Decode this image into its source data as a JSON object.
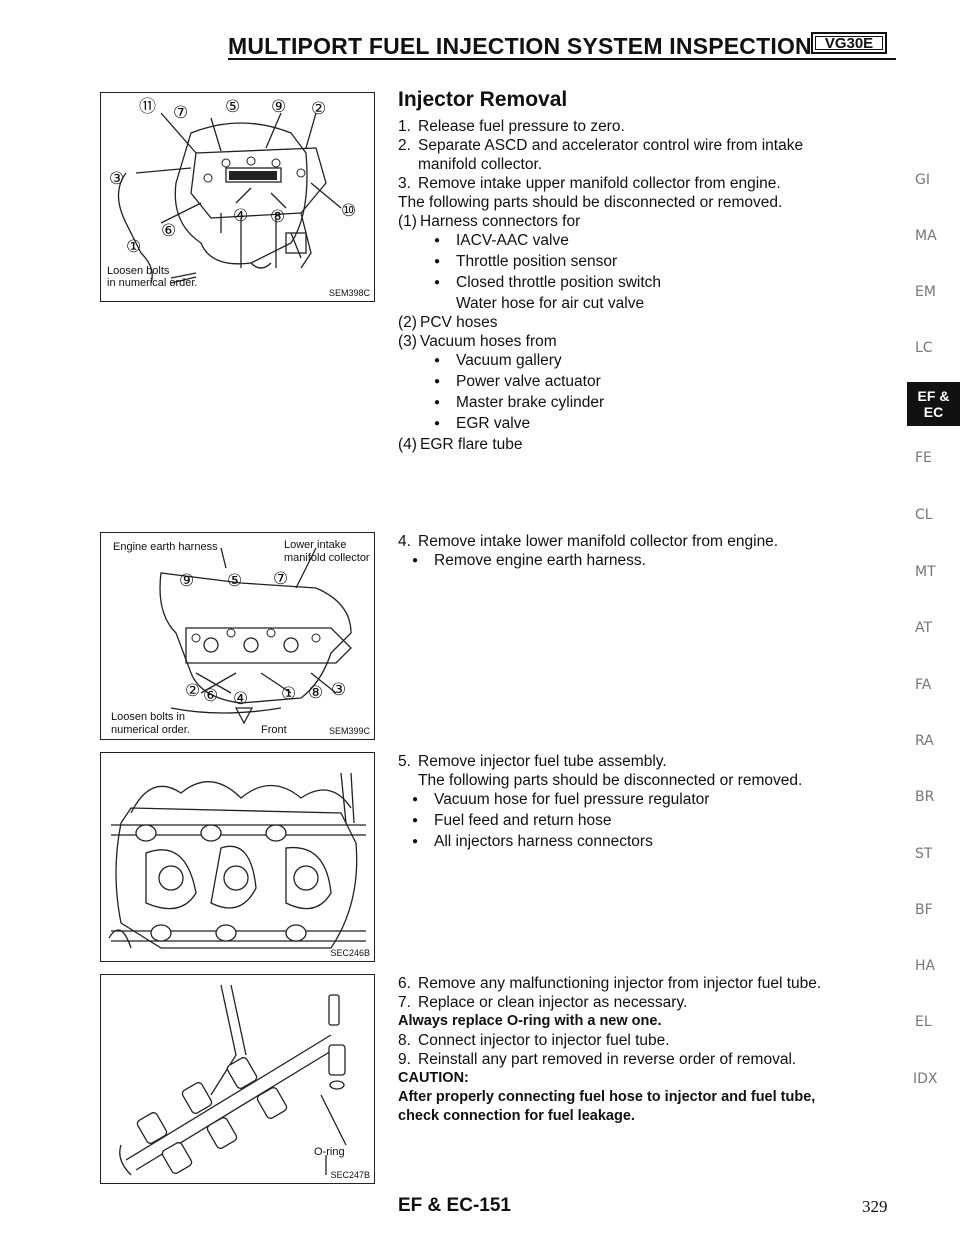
{
  "header": {
    "title": "MULTIPORT FUEL INJECTION SYSTEM INSPECTION",
    "model_badge": "VG30E"
  },
  "figures": [
    {
      "code": "SEM398C",
      "callouts": [
        "⑪",
        "⑦",
        "⑤",
        "⑨",
        "②",
        "③",
        "①",
        "④",
        "⑧",
        "⑩",
        "⑥"
      ],
      "note_line1": "Loosen bolts",
      "note_line2": "in numerical order."
    },
    {
      "code": "SEM399C",
      "label_left": "Engine earth harness",
      "label_right_1": "Lower intake",
      "label_right_2": "manifold collector",
      "callouts": [
        "⑨",
        "⑤",
        "⑦",
        "②",
        "⑥",
        "④",
        "①",
        "⑧",
        "③"
      ],
      "note_line1": "Loosen bolts in",
      "note_line2": "numerical order.",
      "front_label": "Front"
    },
    {
      "code": "SEC246B"
    },
    {
      "code": "SEC247B",
      "oring_label": "O-ring"
    }
  ],
  "section": {
    "heading": "Injector Removal",
    "steps_a": [
      {
        "n": "1.",
        "text": "Release fuel pressure to zero."
      },
      {
        "n": "2.",
        "text": "Separate ASCD and accelerator control wire from intake"
      },
      {
        "n": "",
        "text": "manifold collector."
      },
      {
        "n": "3.",
        "text": "Remove intake upper manifold collector from engine."
      }
    ],
    "following_line": "The following parts should be disconnected or removed.",
    "part1_label": "(1)",
    "part1_text": "Harness connectors for",
    "part1_bullets": [
      "IACV-AAC valve",
      "Throttle position sensor",
      "Closed throttle position switch"
    ],
    "part1_extra": "Water hose for air cut valve",
    "part2_label": "(2)",
    "part2_text": "PCV hoses",
    "part3_label": "(3)",
    "part3_text": "Vacuum hoses from",
    "part3_bullets": [
      "Vacuum gallery",
      "Power valve actuator",
      "Master brake cylinder",
      "EGR valve"
    ],
    "part4_label": "(4)",
    "part4_text": "EGR flare tube",
    "step4": {
      "n": "4.",
      "text": "Remove intake lower manifold collector from engine."
    },
    "step4_bullet": "Remove engine earth harness.",
    "step5": {
      "n": "5.",
      "text": "Remove injector fuel tube assembly."
    },
    "step5_following": "The following parts should be disconnected or removed.",
    "step5_bullets": [
      "Vacuum hose for fuel pressure regulator",
      "Fuel feed and return hose",
      "All injectors harness connectors"
    ],
    "step6": {
      "n": "6.",
      "text": "Remove any malfunctioning injector from injector fuel tube."
    },
    "step7": {
      "n": "7.",
      "text": "Replace or clean injector as necessary."
    },
    "always": "Always replace O-ring with a new one.",
    "step8": {
      "n": "8.",
      "text": "Connect injector to injector fuel tube."
    },
    "step9": {
      "n": "9.",
      "text": "Reinstall any part removed in reverse order of removal."
    },
    "caution_title": "CAUTION:",
    "caution_1": "After properly connecting fuel hose to injector and fuel tube,",
    "caution_2": "check connection for fuel leakage."
  },
  "side_tabs": [
    "GI",
    "MA",
    "EM",
    "LC",
    "FE",
    "CL",
    "MT",
    "AT",
    "FA",
    "RA",
    "BR",
    "ST",
    "BF",
    "HA",
    "EL",
    "IDX"
  ],
  "side_tab_active_1": "EF &",
  "side_tab_active_2": "EC",
  "footer": {
    "code": "EF & EC-151",
    "page_number": "329"
  }
}
